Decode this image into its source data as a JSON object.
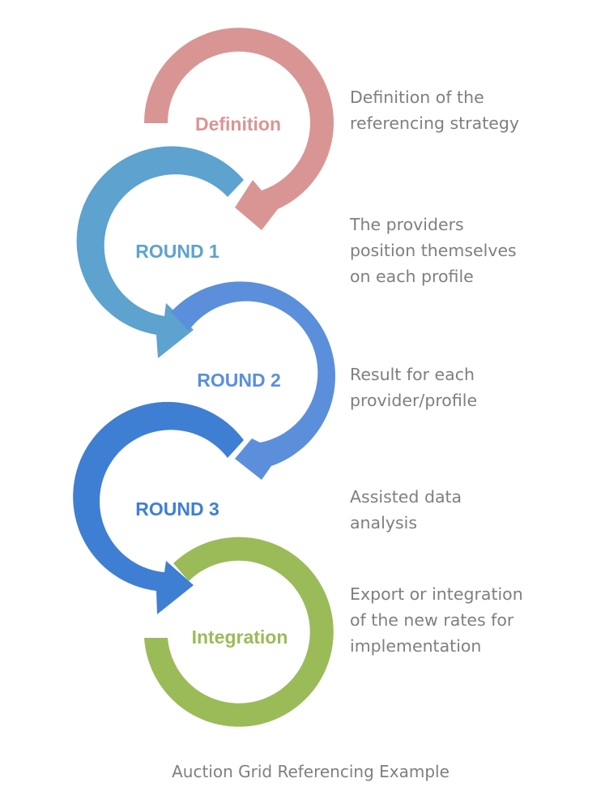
{
  "stages": [
    {
      "name": "Definition",
      "color": "#d99594",
      "description": [
        "Definition of the",
        "referencing strategy"
      ]
    },
    {
      "name": "ROUND 1",
      "color": "#5ea2cf",
      "description": [
        "The providers",
        "position themselves",
        "on each profile"
      ]
    },
    {
      "name": "ROUND 2",
      "color": "#5b8fdb",
      "description": [
        "Result for each",
        "provider/profile"
      ]
    },
    {
      "name": "ROUND 3",
      "color": "#3f7fd3",
      "description": [
        "Assisted data",
        "analysis"
      ]
    },
    {
      "name": "Integration",
      "color": "#9bbb59",
      "description": [
        "Export or integration",
        "of the new rates for",
        "implementation"
      ]
    }
  ],
  "caption": "Auction Grid Referencing Example"
}
